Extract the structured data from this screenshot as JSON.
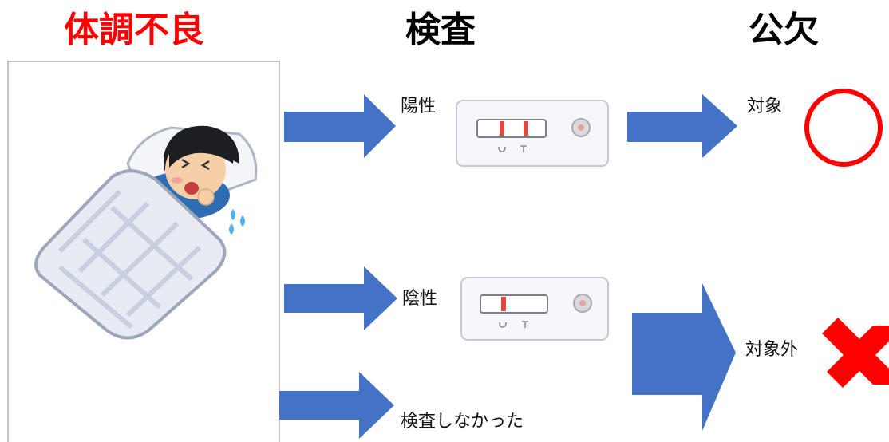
{
  "headings": {
    "sick": "体調不良",
    "test": "検査",
    "absence": "公欠"
  },
  "labels": {
    "positive": "陽性",
    "negative": "陰性",
    "not_tested": "検査しなかった",
    "eligible": "対象",
    "not_eligible": "対象外"
  },
  "icons": {
    "sick_person": "sick-person-in-bed-illustration",
    "positive_test": "antigen-test-kit-two-lines",
    "negative_test": "antigen-test-kit-one-line",
    "eligible_mark": "red-circle",
    "not_eligible_mark": "red-cross"
  },
  "colors": {
    "arrow": "#4472c4",
    "accent_red": "#ff0000",
    "frame": "#b4b4b4"
  }
}
